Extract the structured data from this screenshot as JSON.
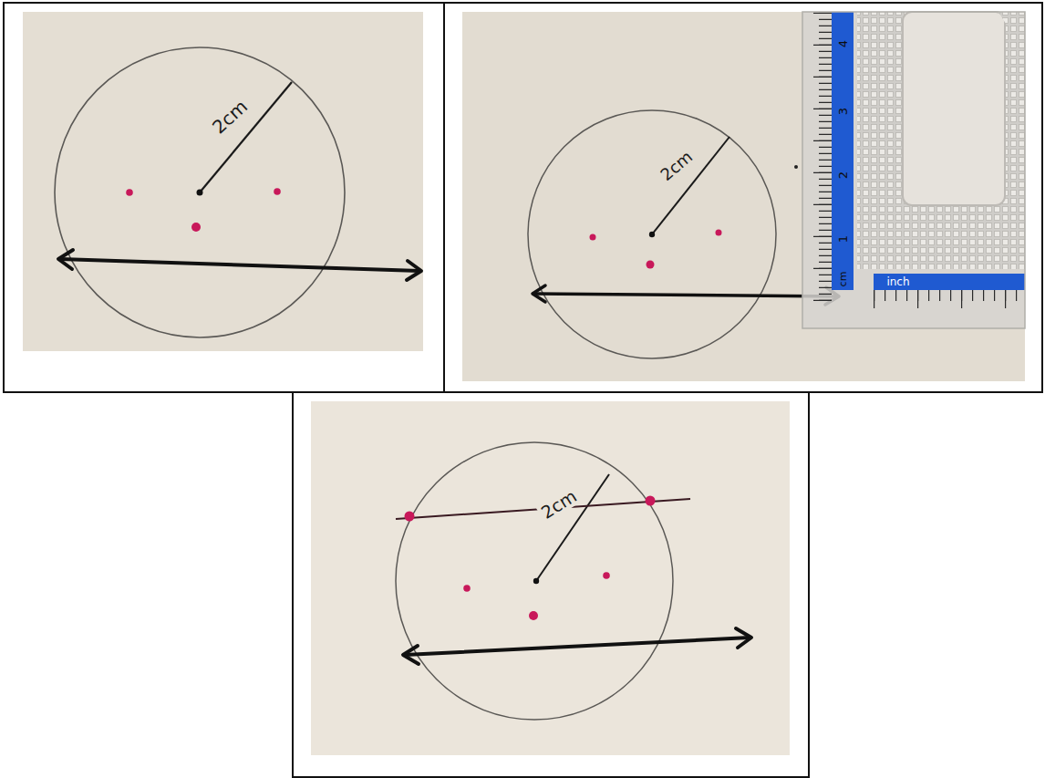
{
  "diagram": {
    "labels": [
      "2cm",
      "2cm",
      "4",
      "3",
      "2",
      "1",
      "cm",
      "inch",
      "2cm"
    ]
  }
}
